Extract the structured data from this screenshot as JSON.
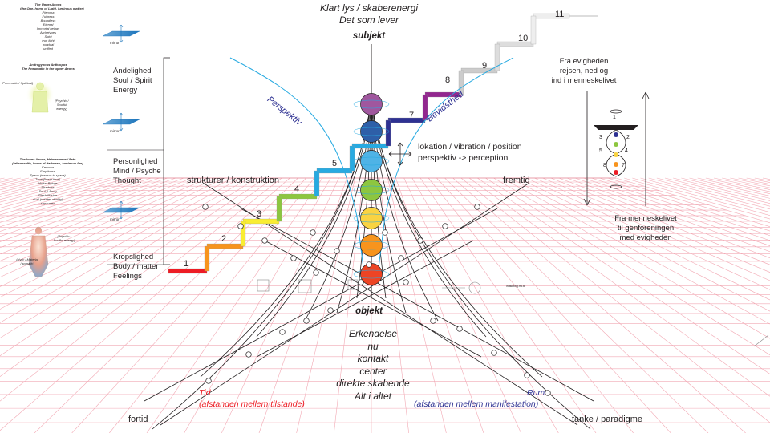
{
  "top": {
    "line1": "Klart lys / skaberenergi",
    "line2": "Det som lever",
    "subject": "subjekt"
  },
  "object_block": {
    "object": "objekt",
    "lines": [
      "Erkendelse",
      "nu",
      "kontakt",
      "center",
      "direkte skabende",
      "Alt i altet"
    ]
  },
  "left_column": {
    "upper_aeons": {
      "title": "The Upper Aeons",
      "subtitle": "(the One, home of Light, luminous matter)",
      "items": [
        "Pleroma",
        "Fullness",
        "Boundless",
        "Eternal",
        "Immortal beings",
        "Archetypes",
        "Spirit",
        "true light",
        "nondual",
        "unified"
      ]
    },
    "androgynous": {
      "title": "Androgynous Anthropos",
      "subtitle": "The Pneumatic in the upper Aeons",
      "left_label": "(Pneumatic / Spiritual)",
      "right_label": "(Psychic / Soulful energy)"
    },
    "lower_aeons": {
      "title": "The lower Aeons, Heimarmene / Fate",
      "subtitle": "(fallenhealth, home of darkness, luminous fire)",
      "items": [
        "Kenoma",
        "Emptiness",
        "Space (measur in space)",
        "Time (linear time)",
        "Mortal Beings",
        "Shadows",
        "Soul & Body",
        "Flesh illusion",
        "dual (creates duality)",
        "separated"
      ]
    },
    "body_right_label": "(Psychic / Soulful energy)",
    "body_left_label": "(Hylic / Material / somatic)"
  },
  "mirrors": [
    "mirror",
    "mirror",
    "mirror"
  ],
  "levels": [
    {
      "lines": [
        "Åndelighed",
        "Soul / Spirit",
        "Energy"
      ]
    },
    {
      "lines": [
        "Personlighed",
        "Mind / Psyche",
        "Thought"
      ]
    },
    {
      "lines": [
        "Kropslighed",
        "Body / matter",
        "Feelings"
      ]
    }
  ],
  "stairs": {
    "numbers": [
      "1",
      "2",
      "3",
      "4",
      "5",
      "7",
      "8",
      "9",
      "10",
      "11"
    ],
    "colors": [
      "#ed1c24",
      "#f7941d",
      "#f9ed32",
      "#8dc63f",
      "#27aae1",
      "#2e3192",
      "#92278f"
    ]
  },
  "curve_labels": {
    "perspektiv": "Perspektiv",
    "bevidsthed": "Bevidsthed"
  },
  "chakra_label": {
    "line1": "lokation / vibration / position",
    "line2": "perspektiv -> perception"
  },
  "right_block": {
    "down_text": [
      "Fra evigheden",
      "rejsen, ned og",
      "ind i menneskelivet"
    ],
    "up_text": [
      "Fra menneskelivet",
      "til genforeningen",
      "med evigheden"
    ],
    "figure_numbers": [
      "1",
      "3",
      "2",
      "5",
      "4",
      "8",
      "7"
    ]
  },
  "axes": {
    "strukturer": "strukturer / konstruktion",
    "fremtid": "fremtid",
    "fortid": "fortid",
    "tanke": "tanke / paradigme"
  },
  "bottom": {
    "tid": "Tid",
    "tid_sub": "(afstanden mellem tilstande)",
    "rum": "Rum",
    "rum_sub": "(afstanden mellem manifestation)"
  },
  "mini_label": "indsk.ting.fra.til",
  "colors": {
    "grid": "#f2a9b4",
    "curve": "#27aae1",
    "text": "#231f20",
    "blue_text": "#2e3192",
    "red_text": "#ed1c24"
  }
}
